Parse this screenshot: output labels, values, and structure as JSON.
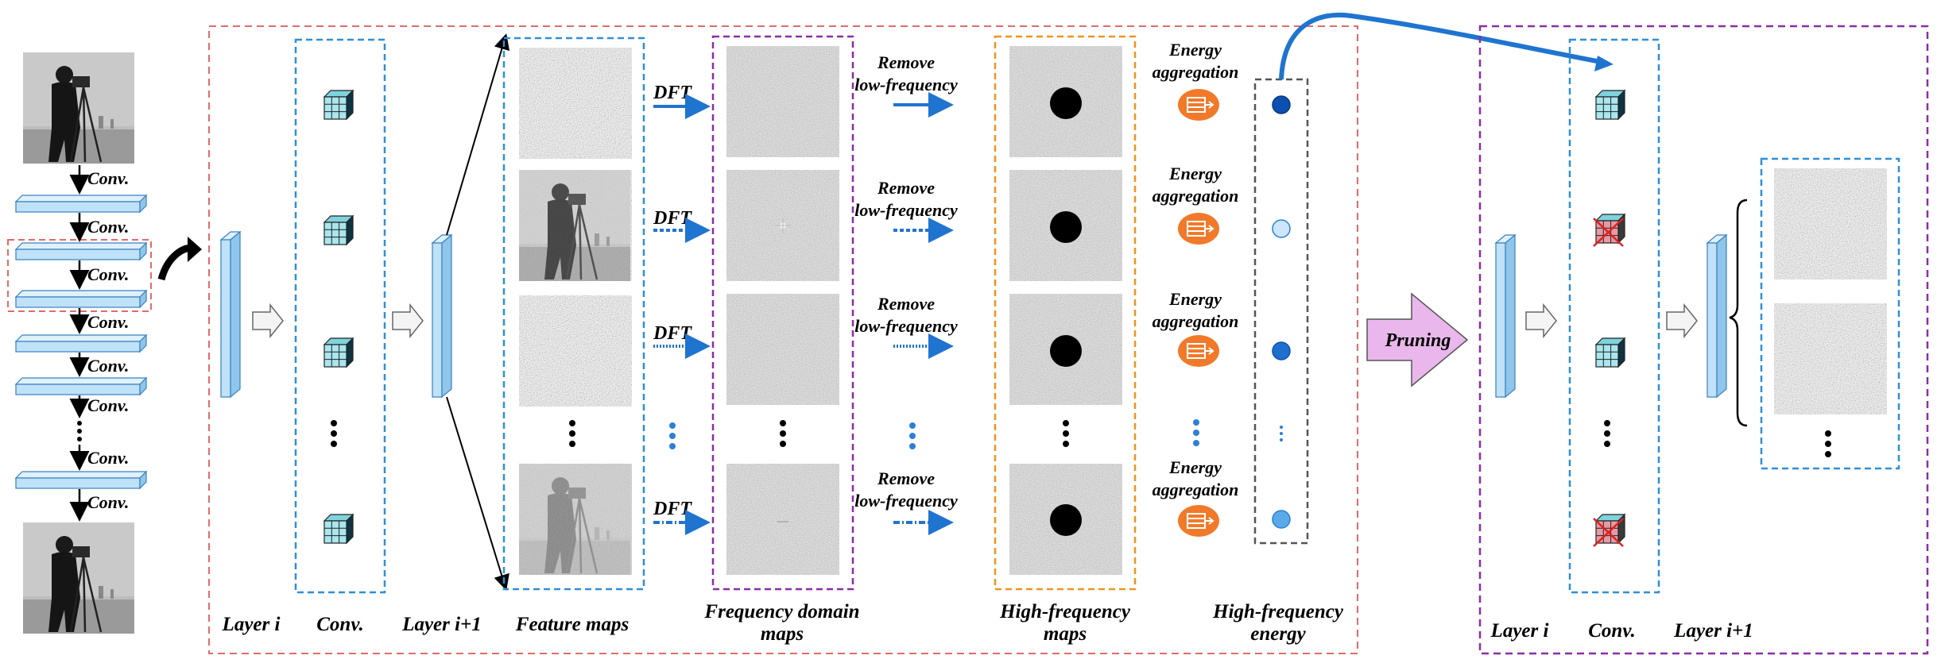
{
  "colors": {
    "red_box": "#e06b6b",
    "blue_dash": "#2f8fd8",
    "purple_dash": "#8a2ea6",
    "orange_dash": "#f0941f",
    "gray_dash": "#555555",
    "layer_fill": "#bfe2f8",
    "arrow_blue": "#1f74d0",
    "pruning_fill": "#e9b7ec",
    "orange_node": "#f07a2a",
    "dot_dark": "#0b4fb0",
    "dot_light": "#cde6fb",
    "dot_mid": "#2b7fd6"
  },
  "backbone": {
    "conv_labels": [
      "Conv.",
      "Conv.",
      "Conv.",
      "Conv.",
      "Conv.",
      "Conv.",
      "Conv.",
      "Conv."
    ]
  },
  "main": {
    "labels": {
      "layer_i": "Layer i",
      "conv": "Conv.",
      "layer_i1": "Layer i+1",
      "feature_maps": "Feature maps",
      "freq_domain_1": "Frequency domain",
      "freq_domain_2": "maps",
      "high_freq_maps_1": "High-frequency",
      "high_freq_maps_2": "maps",
      "high_freq_energy_1": "High-frequency",
      "high_freq_energy_2": "energy"
    },
    "dft_label": "DFT",
    "remove_1": "Remove",
    "remove_2": "low-frequency",
    "energy_1": "Energy",
    "energy_2": "aggregation"
  },
  "pruning_label": "Pruning",
  "pruned": {
    "labels": {
      "layer_i": "Layer i",
      "conv": "Conv.",
      "layer_i1": "Layer i+1"
    }
  }
}
